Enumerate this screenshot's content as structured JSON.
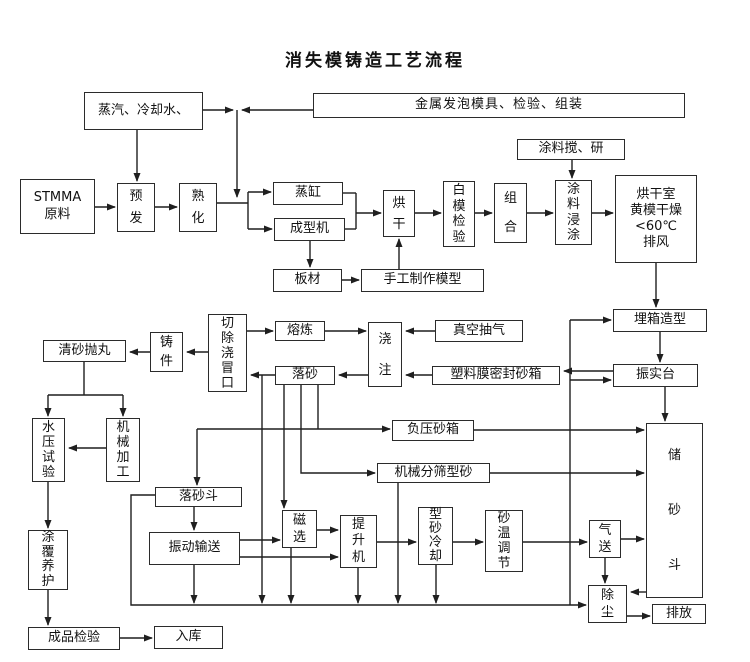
{
  "title": "消失模铸造工艺流程",
  "colors": {
    "line": "#1f1f1f",
    "box_border": "#2b2b2b",
    "box_bg": "#ffffff",
    "text": "#111111",
    "page_bg": "#ffffff"
  },
  "nodes": {
    "steam_water": {
      "label": "蒸汽、冷却水、"
    },
    "foam_mold": {
      "label": "金属发泡模具、检验、组装"
    },
    "stmma": {
      "label": "STMMA\n原料"
    },
    "prefoam": {
      "label": "预发"
    },
    "mature": {
      "label": "熟化"
    },
    "steam_cylinder": {
      "label": "蒸缸"
    },
    "molding_machine": {
      "label": "成型机"
    },
    "drying": {
      "label": "烘干"
    },
    "white_mold_inspect": {
      "label": "白模检验"
    },
    "assemble": {
      "label": "组合"
    },
    "coating_mix": {
      "label": "涂料搅、研"
    },
    "coating_dip": {
      "label": "涂料浸涂"
    },
    "drying_room": {
      "label": "烘干室\n黄模干燥\n<60℃\n排风"
    },
    "plate": {
      "label": "板材"
    },
    "handmade_model": {
      "label": "手工制作模型"
    },
    "bury_box_molding": {
      "label": "埋箱造型"
    },
    "vibrate_table": {
      "label": "振实台"
    },
    "sand_storage_hopper": {
      "label": "储砂斗"
    },
    "cut_gate_riser": {
      "label": "切除浇冒口"
    },
    "melting": {
      "label": "熔炼"
    },
    "pouring": {
      "label": "浇注"
    },
    "vacuum_suction": {
      "label": "真空抽气"
    },
    "shakeout": {
      "label": "落砂"
    },
    "plastic_film_seal": {
      "label": "塑料膜密封砂箱"
    },
    "casting": {
      "label": "铸件"
    },
    "sand_clean_shot": {
      "label": "清砂抛丸"
    },
    "hydro_test": {
      "label": "水压试验"
    },
    "machining": {
      "label": "机械加工"
    },
    "neg_pressure_flask": {
      "label": "负压砂箱"
    },
    "mech_sieve": {
      "label": "机械分筛型砂"
    },
    "shakeout_hopper": {
      "label": "落砂斗"
    },
    "vibrate_convey": {
      "label": "振动输送"
    },
    "magnetic_sep": {
      "label": "磁选"
    },
    "elevator": {
      "label": "提升机"
    },
    "sand_cooling": {
      "label": "型砂冷却"
    },
    "sand_temp_adjust": {
      "label": "砂温调节"
    },
    "pneumatic_convey": {
      "label": "气送"
    },
    "dust_removal": {
      "label": "除尘"
    },
    "discharge": {
      "label": "排放"
    },
    "coating_cure": {
      "label": "涂覆养护"
    },
    "product_inspect": {
      "label": "成品检验"
    },
    "warehouse": {
      "label": "入库"
    }
  }
}
